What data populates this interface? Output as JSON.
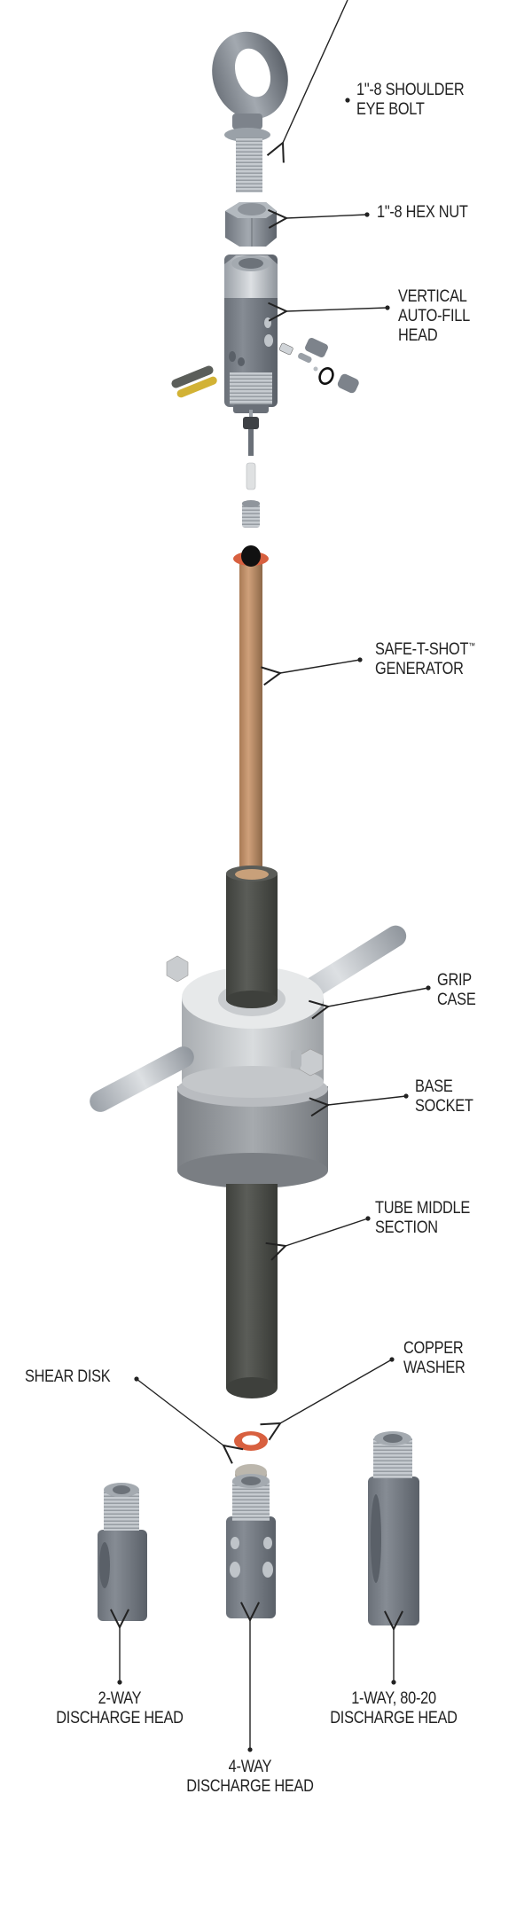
{
  "diagram": {
    "type": "exploded-assembly",
    "colors": {
      "background": "#ffffff",
      "label_text": "#222222",
      "leader_line": "#222222",
      "steel_light": "#c9cdd2",
      "steel_mid": "#8a9098",
      "steel_dark": "#5e646c",
      "tube_dark": "#4a4c48",
      "generator_copper": "#b98a62",
      "copper_washer": "#d8603f",
      "shear_disk": "#aba69c",
      "yellow_pin": "#d8b830"
    },
    "labels": {
      "eye_bolt": {
        "line1": "1\"-8 SHOULDER",
        "line2": "EYE BOLT"
      },
      "hex_nut": {
        "line1": "1\"-8 HEX NUT"
      },
      "auto_fill_head": {
        "line1": "VERTICAL",
        "line2": "AUTO-FILL",
        "line3": "HEAD"
      },
      "generator": {
        "line1": "SAFE-T-SHOT",
        "tm": "™",
        "line2": "GENERATOR"
      },
      "grip_case": {
        "line1": "GRIP",
        "line2": "CASE"
      },
      "base_socket": {
        "line1": "BASE",
        "line2": "SOCKET"
      },
      "tube_middle": {
        "line1": "TUBE MIDDLE",
        "line2": "SECTION"
      },
      "copper_washer": {
        "line1": "COPPER",
        "line2": "WASHER"
      },
      "shear_disk": {
        "line1": "SHEAR DISK"
      },
      "two_way_head": {
        "line1": "2-WAY",
        "line2": "DISCHARGE HEAD"
      },
      "four_way_head": {
        "line1": "4-WAY",
        "line2": "DISCHARGE HEAD"
      },
      "one_way_head": {
        "line1": "1-WAY, 80-20",
        "line2": "DISCHARGE HEAD"
      }
    }
  }
}
